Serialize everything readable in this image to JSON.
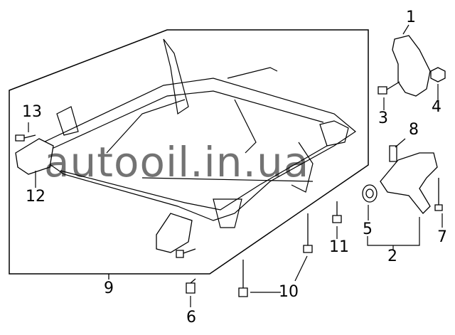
{
  "watermark": "autooil.in.ua",
  "callouts": {
    "c1": "1",
    "c2": "2",
    "c3": "3",
    "c4": "4",
    "c5": "5",
    "c6": "6",
    "c7": "7",
    "c8": "8",
    "c9": "9",
    "c10": "10",
    "c11": "11",
    "c12": "12",
    "c13": "13"
  }
}
